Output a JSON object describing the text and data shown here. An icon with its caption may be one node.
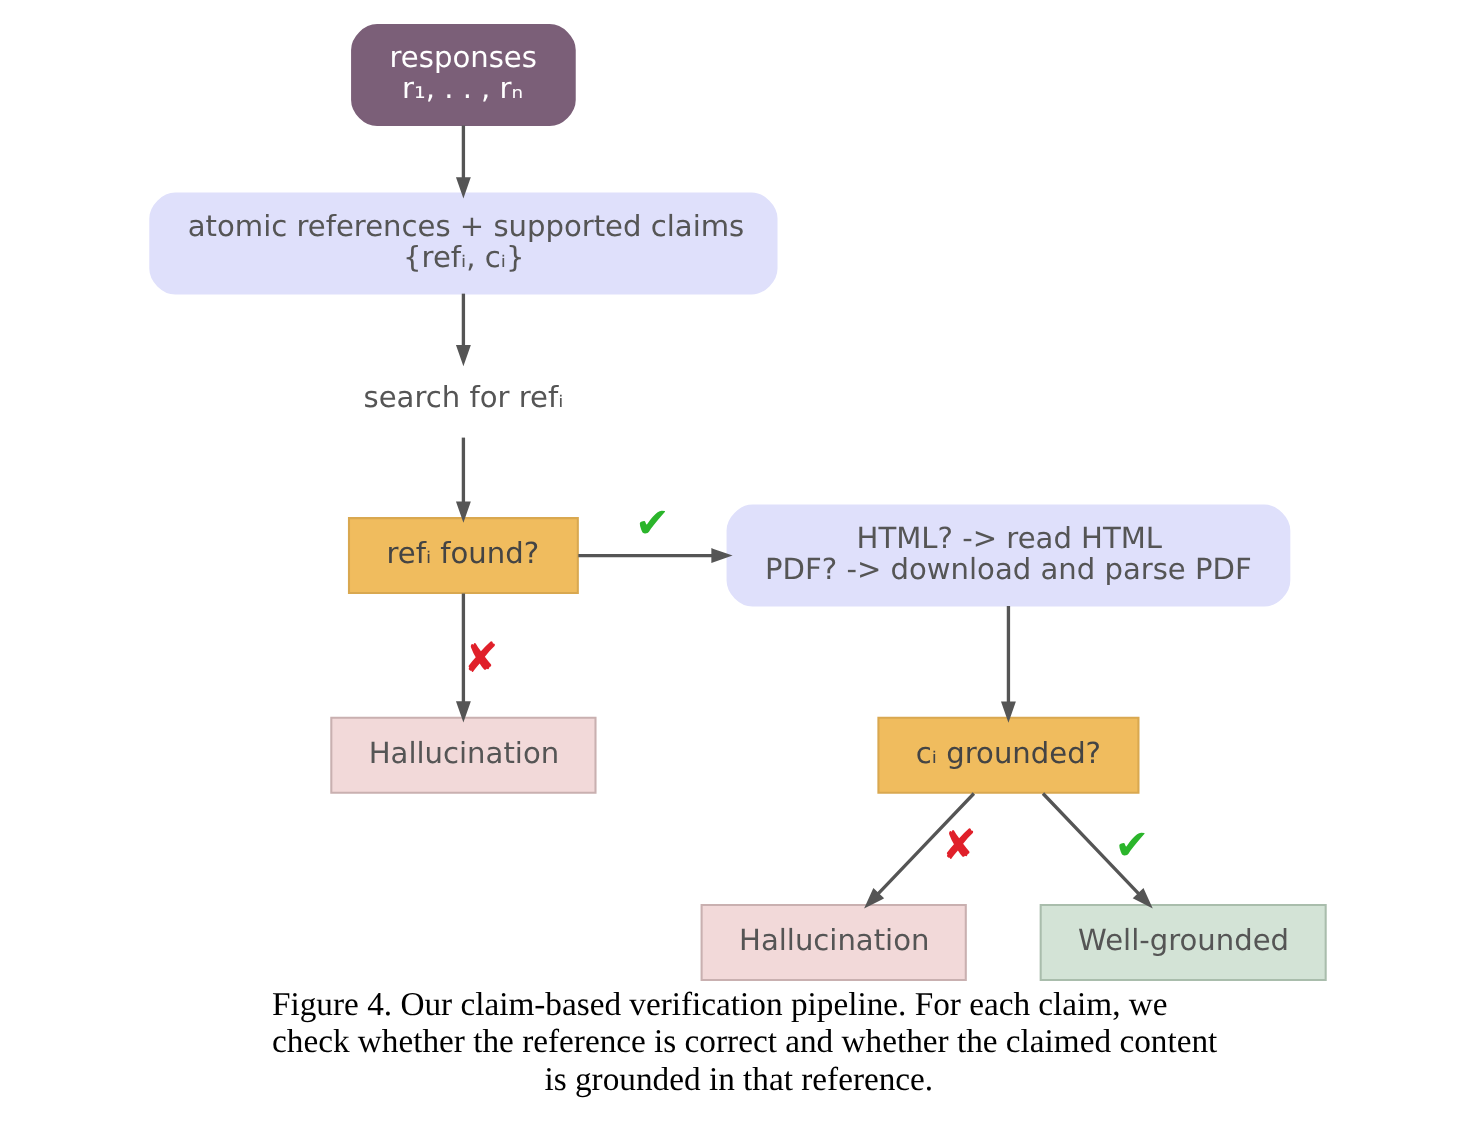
{
  "diagram": {
    "caption": "Figure 4. Our claim-based verification pipeline. For each claim, we check whether the reference is correct and whether the claimed content is grounded in that reference.",
    "nodes": [
      {
        "text": [
          "responses",
          "r₁, . . , rₙ"
        ]
      },
      {
        "text": [
          "atomic references + supported claims",
          "{refᵢ, cᵢ}"
        ]
      },
      {
        "text": [
          "search for refᵢ"
        ]
      },
      {
        "text": [
          "refᵢ found?"
        ]
      },
      {
        "text": [
          "Hallucination"
        ]
      },
      {
        "text": [
          "HTML? -> read HTML",
          "PDF? -> download and parse PDF"
        ]
      },
      {
        "text": [
          "cᵢ grounded?"
        ]
      },
      {
        "text": [
          "Hallucination"
        ]
      },
      {
        "text": [
          "Well-grounded"
        ]
      }
    ],
    "edges": [
      {
        "from": 0,
        "to": 1,
        "arrow": "to"
      },
      {
        "from": 1,
        "to": 2,
        "arrow": "to"
      },
      {
        "from": 2,
        "to": 3,
        "arrow": "to"
      },
      {
        "from": 3,
        "to": 4,
        "arrow": "to",
        "label": "✘"
      },
      {
        "from": 3,
        "to": 5,
        "arrow": "to",
        "label": "✔"
      },
      {
        "from": 5,
        "to": 6,
        "arrow": "to"
      },
      {
        "from": 6,
        "to": 7,
        "arrow": "to",
        "label": "✘"
      },
      {
        "from": 6,
        "to": 8,
        "arrow": "to",
        "label": "✔"
      }
    ]
  }
}
